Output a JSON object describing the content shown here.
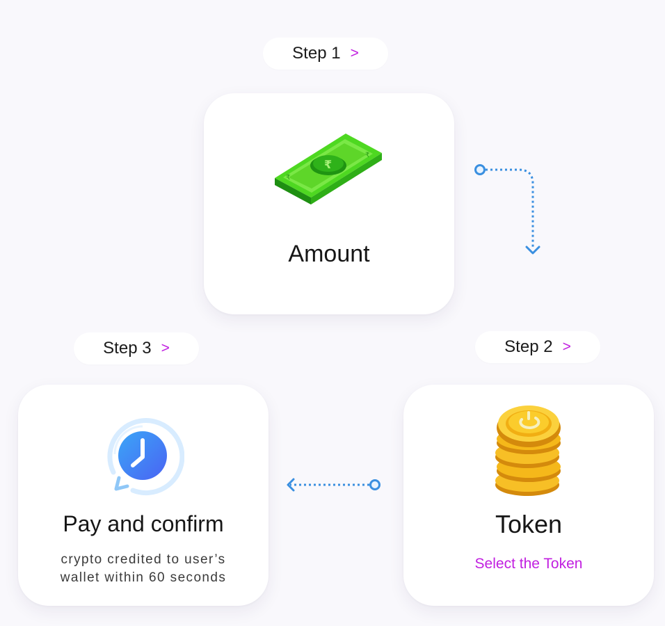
{
  "steps": [
    {
      "label": "Step 1",
      "chevron": ">"
    },
    {
      "label": "Step 2",
      "chevron": ">"
    },
    {
      "label": "Step 3",
      "chevron": ">"
    }
  ],
  "cards": {
    "amount": {
      "title": "Amount",
      "icon": "banknote-icon"
    },
    "token": {
      "title": "Token",
      "subtitle": "Select the Token",
      "icon": "coins-stack-icon"
    },
    "pay": {
      "title": "Pay and confirm",
      "description_line1": "crypto credited to user’s",
      "description_line2": "wallet within 60 seconds",
      "icon": "clock-refresh-icon"
    }
  },
  "colors": {
    "background": "#f9f8fc",
    "card": "#ffffff",
    "accent": "#c11fe0",
    "connector": "#3a8fe0",
    "banknote": "#4ed821",
    "coin": "#f5b81a",
    "clock": "#3d7cf5"
  }
}
